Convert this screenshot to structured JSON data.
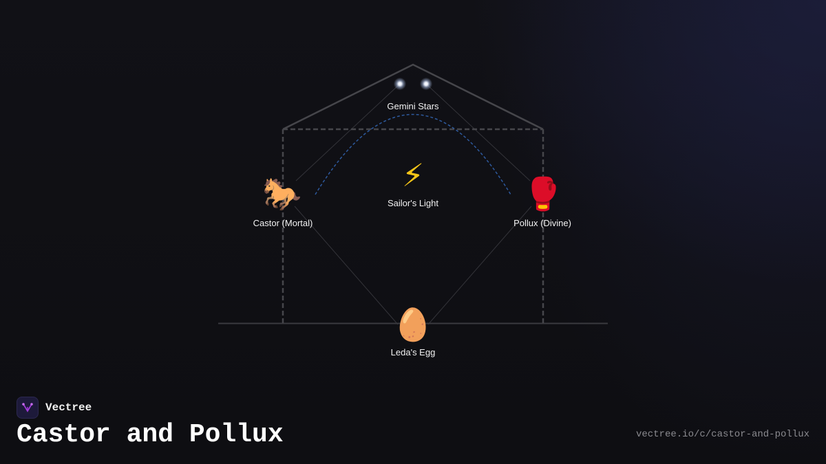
{
  "diagram": {
    "nodes": {
      "stars": {
        "label": "Gemini Stars"
      },
      "light": {
        "label": "Sailor's Light",
        "icon": "⚡",
        "icon_name": "lightning-icon"
      },
      "castor": {
        "label": "Castor (Mortal)",
        "icon": "🐎",
        "icon_name": "horse-icon"
      },
      "pollux": {
        "label": "Pollux (Divine)",
        "icon": "🥊",
        "icon_name": "boxing-glove-icon"
      },
      "egg": {
        "label": "Leda's Egg",
        "icon": "🥚",
        "icon_name": "egg-icon"
      }
    },
    "colors": {
      "structure_line": "#46464b",
      "connector_line": "#34343a",
      "arc": "#2e5a9e",
      "ground": "#3a3a3f"
    }
  },
  "brand": {
    "name": "Vectree",
    "logo_color": "#a03ad8"
  },
  "page": {
    "title": "Castor and Pollux",
    "url": "vectree.io/c/castor-and-pollux"
  }
}
